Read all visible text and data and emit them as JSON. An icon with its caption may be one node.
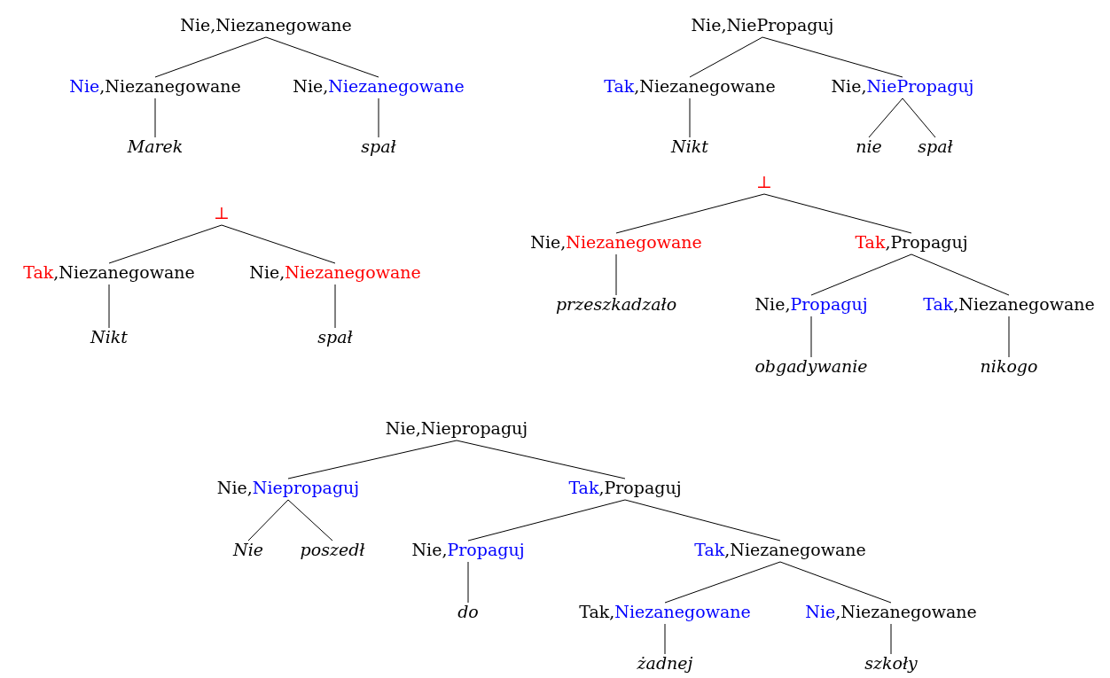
{
  "diagram": {
    "nodes": [
      {
        "text": [
          "Nie,Niezanegowane"
        ]
      },
      {
        "text": [
          "Nie,Niezanegowane"
        ]
      },
      {
        "text": [
          "Nie,Niezanegowane"
        ]
      },
      {
        "text": [
          "Marek"
        ]
      },
      {
        "text": [
          "spał"
        ]
      },
      {
        "text": [
          "⊥"
        ]
      },
      {
        "text": [
          "Tak,Niezanegowane"
        ]
      },
      {
        "text": [
          "Nie,Niezanegowane"
        ]
      },
      {
        "text": [
          "Nikt"
        ]
      },
      {
        "text": [
          "spał"
        ]
      },
      {
        "text": [
          "Nie,NiePropaguj"
        ]
      },
      {
        "text": [
          "Tak,Niezanegowane"
        ]
      },
      {
        "text": [
          "Nie,NiePropaguj"
        ]
      },
      {
        "text": [
          "Nikt"
        ]
      },
      {
        "text": [
          "nie"
        ]
      },
      {
        "text": [
          "spał"
        ]
      },
      {
        "text": [
          "⊥"
        ]
      },
      {
        "text": [
          "Nie,Niezanegowane"
        ]
      },
      {
        "text": [
          "Tak,Propaguj"
        ]
      },
      {
        "text": [
          "przeszkadzało"
        ]
      },
      {
        "text": [
          "Nie,Propaguj"
        ]
      },
      {
        "text": [
          "Tak,Niezanegowane"
        ]
      },
      {
        "text": [
          "obgadywanie"
        ]
      },
      {
        "text": [
          "nikogo"
        ]
      },
      {
        "text": [
          "Nie,Niepropaguj"
        ]
      },
      {
        "text": [
          "Nie,Niepropaguj"
        ]
      },
      {
        "text": [
          "Tak,Propaguj"
        ]
      },
      {
        "text": [
          "Nie"
        ]
      },
      {
        "text": [
          "poszedł"
        ]
      },
      {
        "text": [
          "Nie,Propaguj"
        ]
      },
      {
        "text": [
          "Tak,Niezanegowane"
        ]
      },
      {
        "text": [
          "do"
        ]
      },
      {
        "text": [
          "Tak,Niezanegowane"
        ]
      },
      {
        "text": [
          "Nie,Niezanegowane"
        ]
      },
      {
        "text": [
          "żadnej"
        ]
      },
      {
        "text": [
          "szkoły"
        ]
      }
    ],
    "edges": [
      {
        "from": 0,
        "to": 1,
        "arrow": "none"
      },
      {
        "from": 0,
        "to": 2,
        "arrow": "none"
      },
      {
        "from": 1,
        "to": 3,
        "arrow": "none"
      },
      {
        "from": 2,
        "to": 4,
        "arrow": "none"
      },
      {
        "from": 5,
        "to": 6,
        "arrow": "none"
      },
      {
        "from": 5,
        "to": 7,
        "arrow": "none"
      },
      {
        "from": 6,
        "to": 8,
        "arrow": "none"
      },
      {
        "from": 7,
        "to": 9,
        "arrow": "none"
      },
      {
        "from": 10,
        "to": 11,
        "arrow": "none"
      },
      {
        "from": 10,
        "to": 12,
        "arrow": "none"
      },
      {
        "from": 11,
        "to": 13,
        "arrow": "none"
      },
      {
        "from": 12,
        "to": 14,
        "arrow": "none"
      },
      {
        "from": 12,
        "to": 15,
        "arrow": "none"
      },
      {
        "from": 16,
        "to": 17,
        "arrow": "none"
      },
      {
        "from": 16,
        "to": 18,
        "arrow": "none"
      },
      {
        "from": 17,
        "to": 19,
        "arrow": "none"
      },
      {
        "from": 18,
        "to": 20,
        "arrow": "none"
      },
      {
        "from": 18,
        "to": 21,
        "arrow": "none"
      },
      {
        "from": 20,
        "to": 22,
        "arrow": "none"
      },
      {
        "from": 21,
        "to": 23,
        "arrow": "none"
      },
      {
        "from": 24,
        "to": 25,
        "arrow": "none"
      },
      {
        "from": 24,
        "to": 26,
        "arrow": "none"
      },
      {
        "from": 25,
        "to": 27,
        "arrow": "none"
      },
      {
        "from": 25,
        "to": 28,
        "arrow": "none"
      },
      {
        "from": 26,
        "to": 29,
        "arrow": "none"
      },
      {
        "from": 26,
        "to": 30,
        "arrow": "none"
      },
      {
        "from": 29,
        "to": 31,
        "arrow": "none"
      },
      {
        "from": 30,
        "to": 32,
        "arrow": "none"
      },
      {
        "from": 30,
        "to": 33,
        "arrow": "none"
      },
      {
        "from": 32,
        "to": 34,
        "arrow": "none"
      },
      {
        "from": 33,
        "to": 35,
        "arrow": "none"
      }
    ]
  }
}
